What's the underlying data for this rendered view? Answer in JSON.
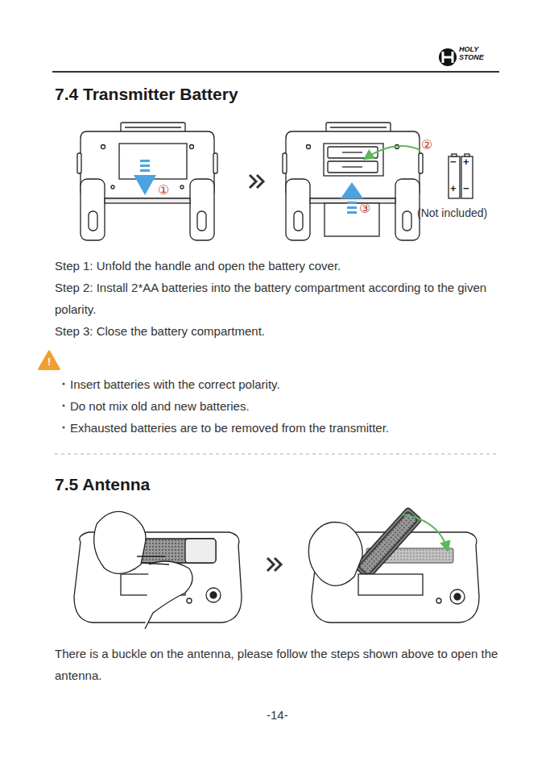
{
  "diagram": {
    "title": "7.4 Transmitter Battery",
    "labels": [
      "HOLY",
      "STONE",
      "①",
      "②",
      "③",
      "−",
      "+",
      "+",
      "−",
      "(Not included)",
      "Step 1: Unfold the handle and open the battery cover.",
      "Step 2: Install 2*AA batteries into the battery compartment according to the given polarity.",
      "Step 3: Close the battery compartment.",
      "!",
      "Insert batteries with the correct polarity.",
      "Do not mix old and new batteries.",
      "Exhausted batteries are to be removed from the transmitter.",
      "7.5 Antenna",
      "There is a buckle on the antenna, please follow the steps shown above to open the antenna.",
      "-14-"
    ]
  }
}
